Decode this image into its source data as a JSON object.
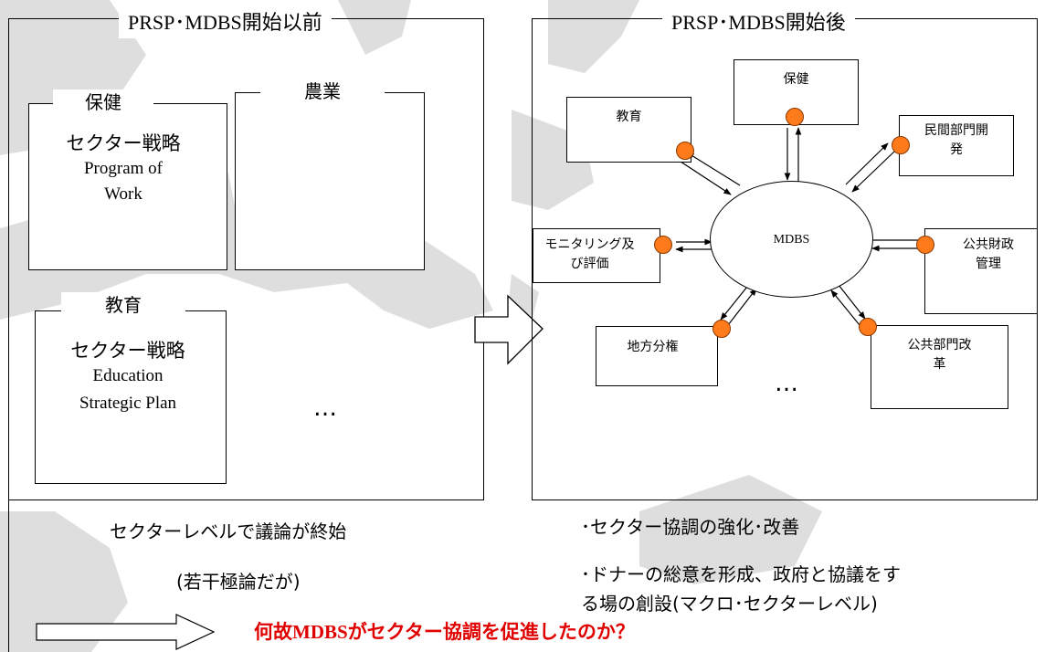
{
  "left_panel": {
    "title": "PRSP･MDBS開始以前",
    "health": {
      "label": "保健",
      "strategy": "セクター戦略",
      "program_line1": "Program of",
      "program_line2": "Work"
    },
    "agriculture": {
      "label": "農業"
    },
    "education": {
      "label": "教育",
      "strategy": "セクター戦略",
      "plan_line1": "Education",
      "plan_line2": "Strategic Plan"
    },
    "ellipsis": "…"
  },
  "right_panel": {
    "title": "PRSP･MDBS開始後",
    "center": "MDBS",
    "nodes": {
      "health": "保健",
      "education": "教育",
      "private_line1": "民間部門開",
      "private_line2": "発",
      "monitoring_line1": "モニタリング及",
      "monitoring_line2": "び評価",
      "finance_line1": "公共財政",
      "finance_line2": "管理",
      "local": "地方分権",
      "reform_line1": "公共部門改",
      "reform_line2": "革"
    },
    "ellipsis": "…"
  },
  "bottom": {
    "left_line1": "セクターレベルで議論が終始",
    "left_line2": "(若干極論だが)",
    "right_line1": "･セクター協調の強化･改善",
    "right_line2": "･ドナーの総意を形成、政府と協議をす",
    "right_line3": "る場の創設(マクロ･セクターレベル)",
    "question_latin": "何故MDBS",
    "question_rest": "がセクター協調を促進したのか？"
  },
  "colors": {
    "accent_dot": "#ff7a1a",
    "question_text": "#e00000",
    "map_shade": "#dcdcdc"
  }
}
